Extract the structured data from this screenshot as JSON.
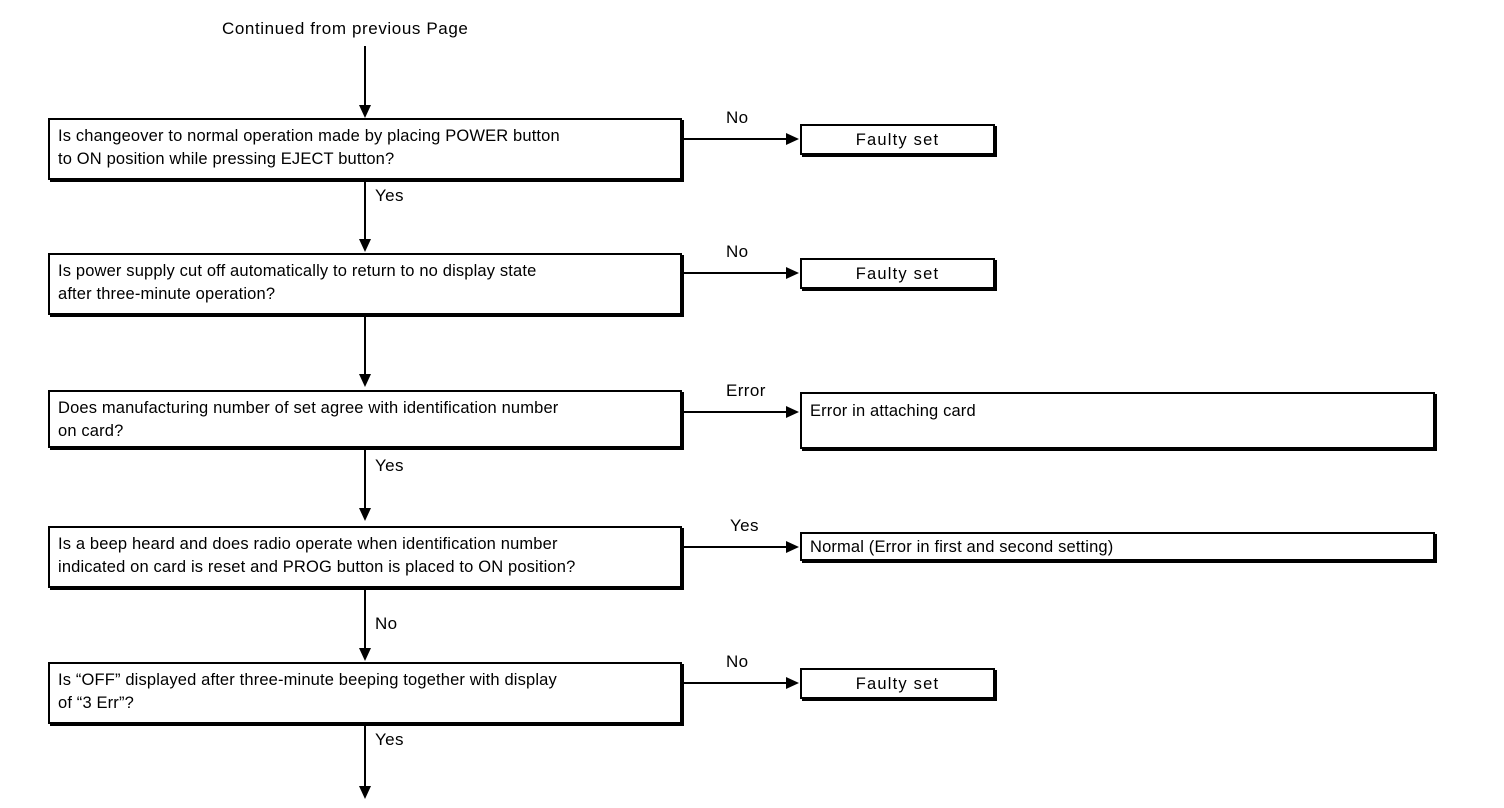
{
  "diagram": {
    "title_note": "Continued  from  previous   Page",
    "labels": {
      "no": "No",
      "yes": "Yes",
      "error": "Error"
    },
    "decisions": [
      {
        "id": "d1",
        "text": "Is changeover to normal operation made by placing POWER button\nto  ON  position  while  pressing  EJECT  button?",
        "branch_right_label": "No",
        "branch_down_label": "Yes"
      },
      {
        "id": "d2",
        "text": "Is power supply cut off automatically  to return to no display state\nafter  three-minute  operation?",
        "branch_right_label": "No",
        "branch_down_label": ""
      },
      {
        "id": "d3",
        "text": "Does manufacturing number of set agree with identification  number\non  card?",
        "branch_right_label": "Error",
        "branch_down_label": "Yes"
      },
      {
        "id": "d4",
        "text": "Is a beep heard and does radio operate when identification  number\nindicated on card is reset and PROG button is placed to ON position?",
        "branch_right_label": "Yes",
        "branch_down_label": "No"
      },
      {
        "id": "d5",
        "text": "Is “OFF” displayed  after three-minute  beeping together with display\nof  “3  Err”?",
        "branch_right_label": "No",
        "branch_down_label": "Yes"
      }
    ],
    "outcomes": [
      {
        "id": "o1",
        "text": "Faulty  set"
      },
      {
        "id": "o2",
        "text": "Faulty  set"
      },
      {
        "id": "o3",
        "text": "Error in attaching card"
      },
      {
        "id": "o4",
        "text": "Normal  (Error  in  first  and  second  setting)"
      },
      {
        "id": "o5",
        "text": "Faulty  set"
      }
    ]
  },
  "colors": {
    "ink": "#000000",
    "paper": "#ffffff"
  }
}
